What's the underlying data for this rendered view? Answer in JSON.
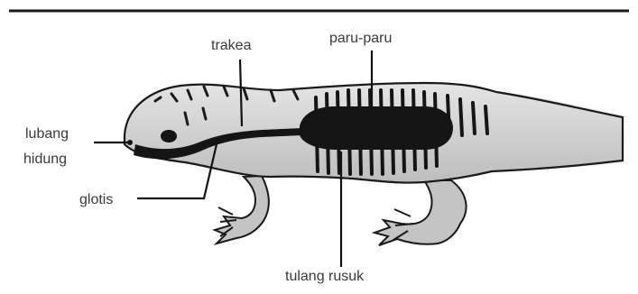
{
  "labels": {
    "trachea": "trakea",
    "lungs": "paru-paru",
    "nostril_line1": "lubang",
    "nostril_line2": "hidung",
    "glottis": "glotis",
    "ribs": "tulang rusuk"
  },
  "colors": {
    "rule": "#1a1a1a",
    "body_fill": "#c8c8c8",
    "body_light": "#e2e2e2",
    "outline": "#1a1a1a",
    "organ": "#151515",
    "leader": "#111111",
    "text": "#3a3a3a"
  }
}
